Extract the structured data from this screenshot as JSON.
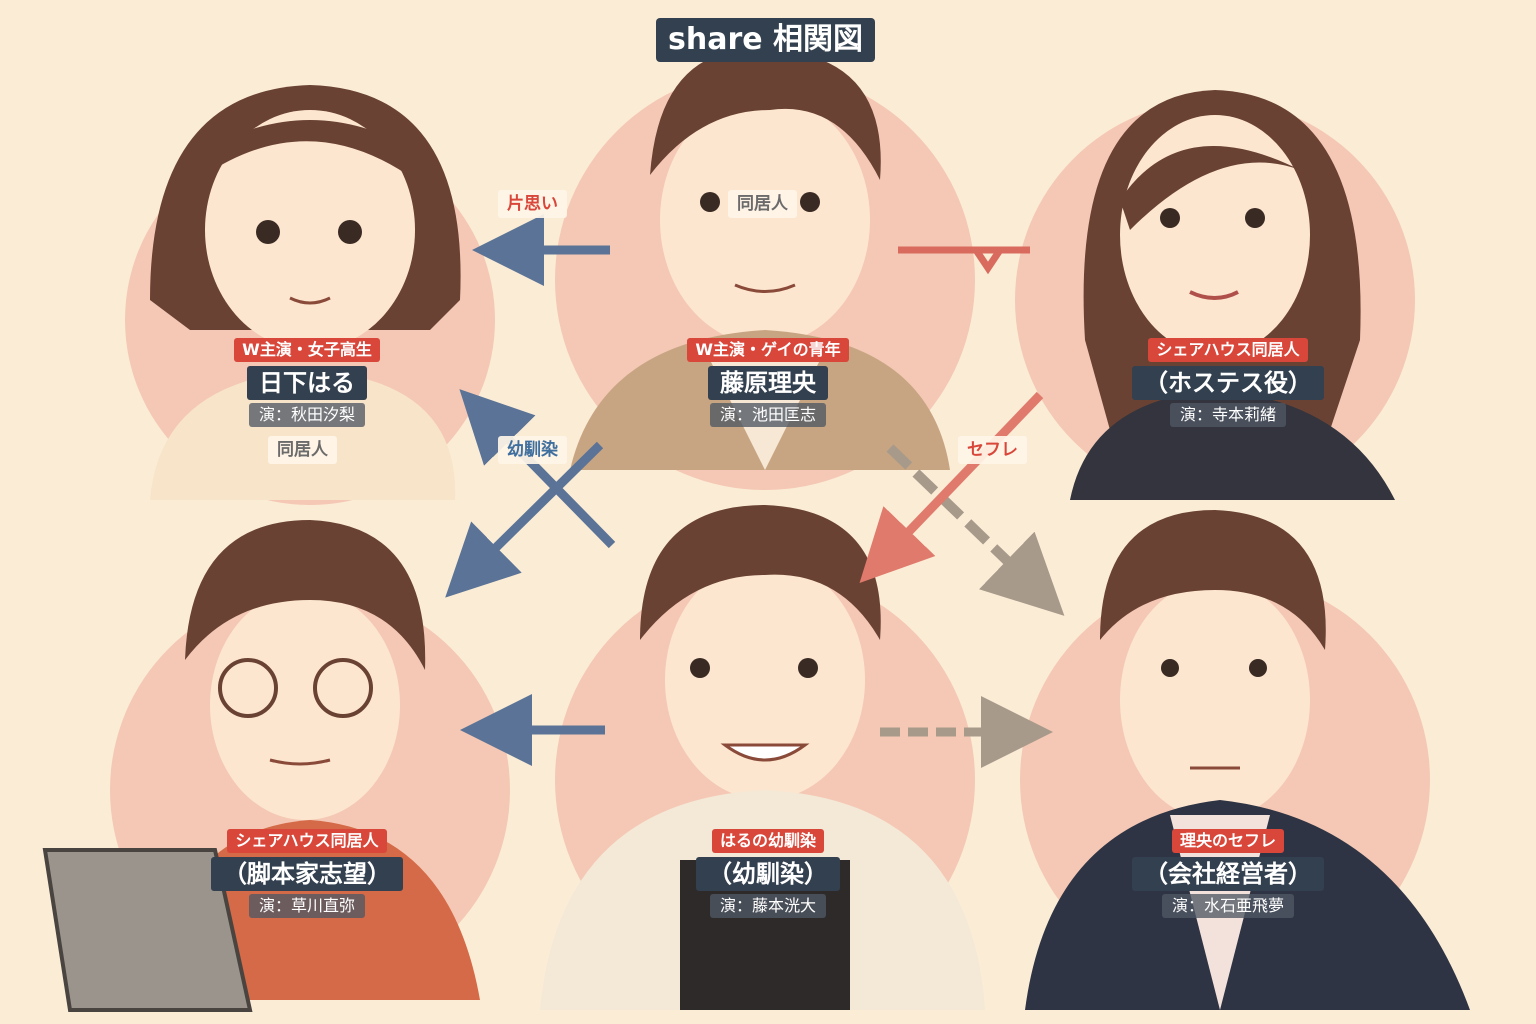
{
  "title": "share 相関図",
  "colors": {
    "background": "#fbecd6",
    "portrait_circle": "#f4c8b4",
    "label_dark": "#33404f",
    "label_red": "#d9473b",
    "arrow_blue": "#5a7396",
    "arrow_red": "#e07a6c",
    "arrow_gray": "#a89a8a"
  },
  "characters": [
    {
      "id": "haru",
      "role": "W主演・女子高生",
      "name": "日下はる",
      "actor": "演：秋田汐梨"
    },
    {
      "id": "rio",
      "role": "W主演・ゲイの青年",
      "name": "藤原理央",
      "actor": "演：池田匡志"
    },
    {
      "id": "hostess",
      "role": "シェアハウス同居人",
      "name": "（ホステス役）",
      "actor": "演：寺本莉緒"
    },
    {
      "id": "writer",
      "role": "シェアハウス同居人",
      "name": "（脚本家志望）",
      "actor": "演：草川直弥"
    },
    {
      "id": "friend",
      "role": "はるの幼馴染",
      "name": "（幼馴染）",
      "actor": "演：藤本洸大"
    },
    {
      "id": "ceo",
      "role": "理央のセフレ",
      "name": "（会社経営者）",
      "actor": "演：水石亜飛夢"
    }
  ],
  "relations": [
    {
      "id": "kataomoi",
      "label": "片思い",
      "tone": "pink"
    },
    {
      "id": "doukyo1",
      "label": "同居人",
      "tone": "gray"
    },
    {
      "id": "doukyo2",
      "label": "同居人",
      "tone": "gray"
    },
    {
      "id": "osananajimi",
      "label": "幼馴染",
      "tone": "blue"
    },
    {
      "id": "sefure",
      "label": "セフレ",
      "tone": "pink"
    }
  ]
}
